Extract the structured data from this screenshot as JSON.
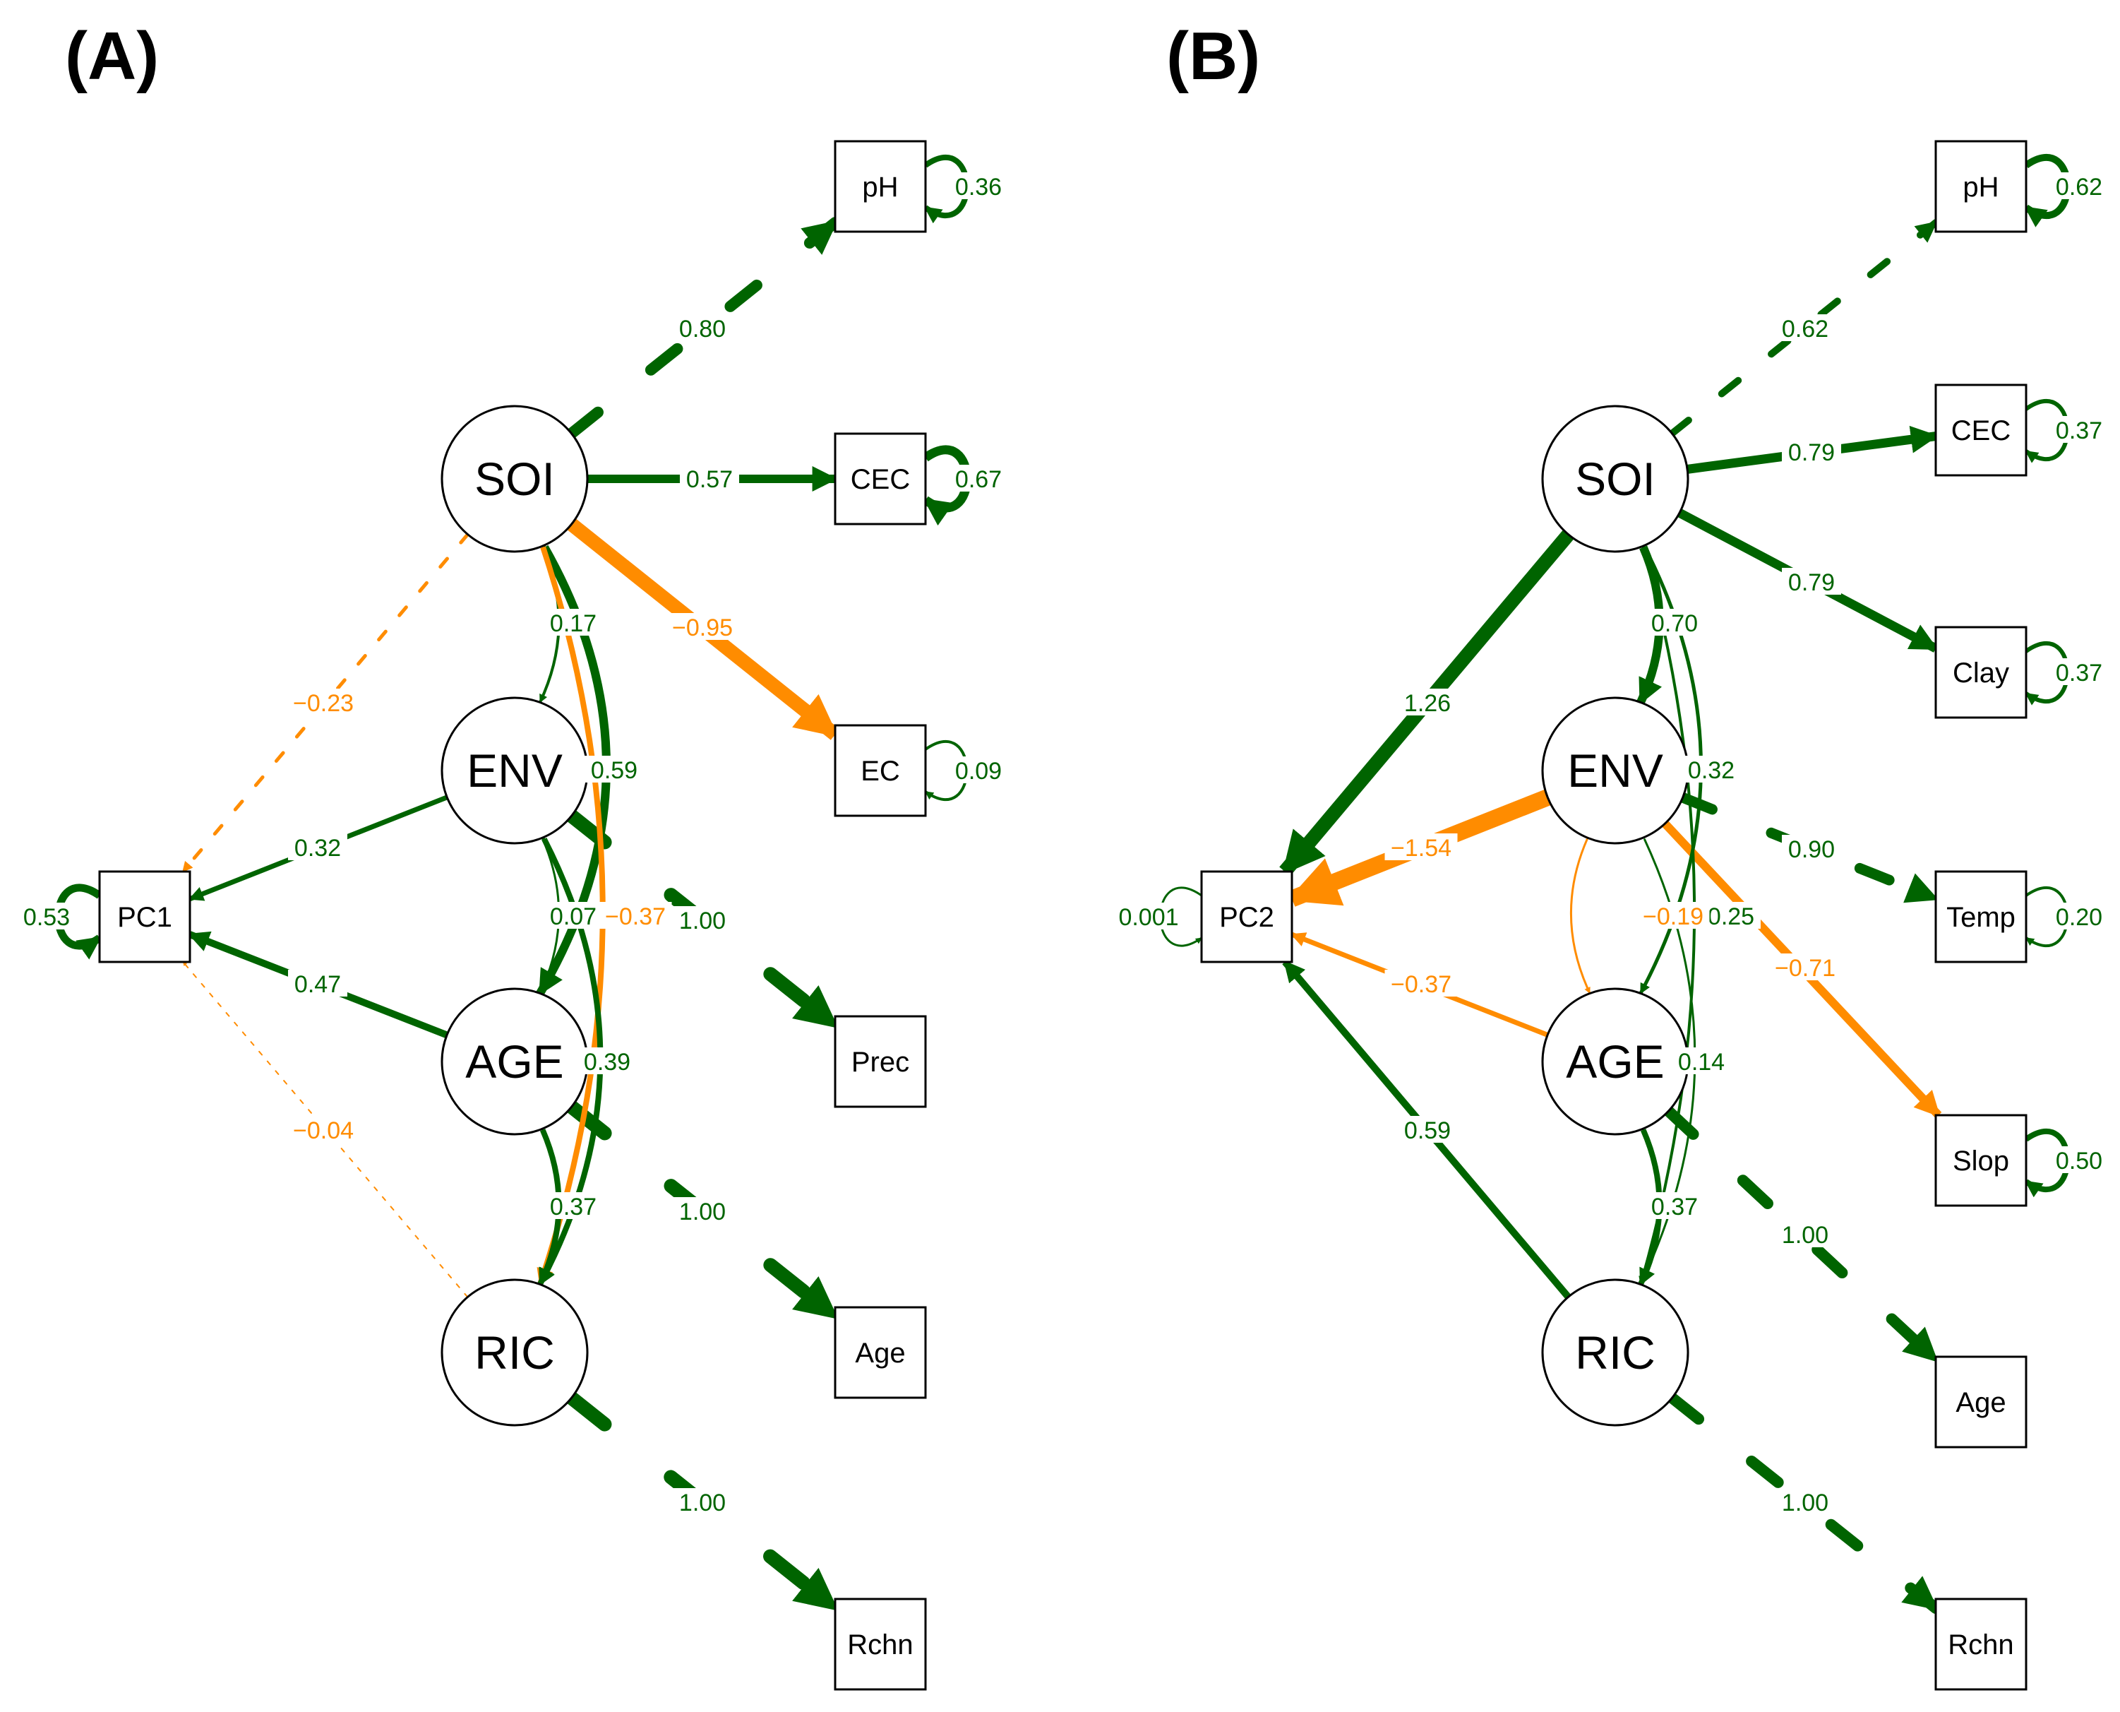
{
  "colors": {
    "positive": "#006400",
    "negative": "#FF8C00"
  },
  "panels": [
    {
      "title": "(A)",
      "latent": [
        {
          "id": "SOI",
          "label": "SOI"
        },
        {
          "id": "ENV",
          "label": "ENV"
        },
        {
          "id": "AGE",
          "label": "AGE"
        },
        {
          "id": "RIC",
          "label": "RIC"
        }
      ],
      "manifest": [
        {
          "id": "PC1",
          "label": "PC1",
          "residual": "0.53"
        },
        {
          "id": "pH",
          "label": "pH",
          "residual": "0.36"
        },
        {
          "id": "CEC",
          "label": "CEC",
          "residual": "0.67"
        },
        {
          "id": "EC",
          "label": "EC",
          "residual": "0.09"
        },
        {
          "id": "Prec",
          "label": "Prec",
          "residual": ""
        },
        {
          "id": "Age",
          "label": "Age",
          "residual": ""
        },
        {
          "id": "Rchn",
          "label": "Rchn",
          "residual": ""
        }
      ],
      "paths": [
        {
          "from": "SOI",
          "to": "pH",
          "value": "0.80"
        },
        {
          "from": "SOI",
          "to": "CEC",
          "value": "0.57"
        },
        {
          "from": "SOI",
          "to": "EC",
          "value": "−0.95"
        },
        {
          "from": "ENV",
          "to": "Prec",
          "value": "1.00"
        },
        {
          "from": "AGE",
          "to": "Age",
          "value": "1.00"
        },
        {
          "from": "RIC",
          "to": "Rchn",
          "value": "1.00"
        },
        {
          "from": "SOI",
          "to": "PC1",
          "value": "−0.23"
        },
        {
          "from": "ENV",
          "to": "PC1",
          "value": "0.32"
        },
        {
          "from": "AGE",
          "to": "PC1",
          "value": "0.47"
        },
        {
          "from": "RIC",
          "to": "PC1",
          "value": "−0.04"
        }
      ],
      "covariances": [
        {
          "a": "SOI",
          "b": "ENV",
          "value": "0.17"
        },
        {
          "a": "SOI",
          "b": "AGE",
          "value": "0.59"
        },
        {
          "a": "SOI",
          "b": "RIC",
          "value": "−0.37"
        },
        {
          "a": "ENV",
          "b": "AGE",
          "value": "0.07"
        },
        {
          "a": "ENV",
          "b": "RIC",
          "value": "0.39"
        },
        {
          "a": "AGE",
          "b": "RIC",
          "value": "0.37"
        }
      ]
    },
    {
      "title": "(B)",
      "latent": [
        {
          "id": "SOI",
          "label": "SOI"
        },
        {
          "id": "ENV",
          "label": "ENV"
        },
        {
          "id": "AGE",
          "label": "AGE"
        },
        {
          "id": "RIC",
          "label": "RIC"
        }
      ],
      "manifest": [
        {
          "id": "PC2",
          "label": "PC2",
          "residual": "0.001"
        },
        {
          "id": "pH",
          "label": "pH",
          "residual": "0.62"
        },
        {
          "id": "CEC",
          "label": "CEC",
          "residual": "0.37"
        },
        {
          "id": "Clay",
          "label": "Clay",
          "residual": "0.37"
        },
        {
          "id": "Temp",
          "label": "Temp",
          "residual": "0.20"
        },
        {
          "id": "Slop",
          "label": "Slop",
          "residual": "0.50"
        },
        {
          "id": "Age",
          "label": "Age",
          "residual": ""
        },
        {
          "id": "Rchn",
          "label": "Rchn",
          "residual": ""
        }
      ],
      "paths": [
        {
          "from": "SOI",
          "to": "pH",
          "value": "0.62"
        },
        {
          "from": "SOI",
          "to": "CEC",
          "value": "0.79"
        },
        {
          "from": "SOI",
          "to": "Clay",
          "value": "0.79"
        },
        {
          "from": "ENV",
          "to": "Temp",
          "value": "0.90"
        },
        {
          "from": "ENV",
          "to": "Slop",
          "value": "−0.71"
        },
        {
          "from": "AGE",
          "to": "Age",
          "value": "1.00"
        },
        {
          "from": "RIC",
          "to": "Rchn",
          "value": "1.00"
        },
        {
          "from": "SOI",
          "to": "PC2",
          "value": "1.26"
        },
        {
          "from": "ENV",
          "to": "PC2",
          "value": "−1.54"
        },
        {
          "from": "AGE",
          "to": "PC2",
          "value": "−0.37"
        },
        {
          "from": "RIC",
          "to": "PC2",
          "value": "0.59"
        }
      ],
      "covariances": [
        {
          "a": "SOI",
          "b": "ENV",
          "value": "0.70"
        },
        {
          "a": "SOI",
          "b": "AGE",
          "value": "0.32"
        },
        {
          "a": "SOI",
          "b": "RIC",
          "value": "0.25"
        },
        {
          "a": "ENV",
          "b": "AGE",
          "value": "−0.19"
        },
        {
          "a": "ENV",
          "b": "RIC",
          "value": "0.14"
        },
        {
          "a": "AGE",
          "b": "RIC",
          "value": "0.37"
        }
      ]
    }
  ]
}
